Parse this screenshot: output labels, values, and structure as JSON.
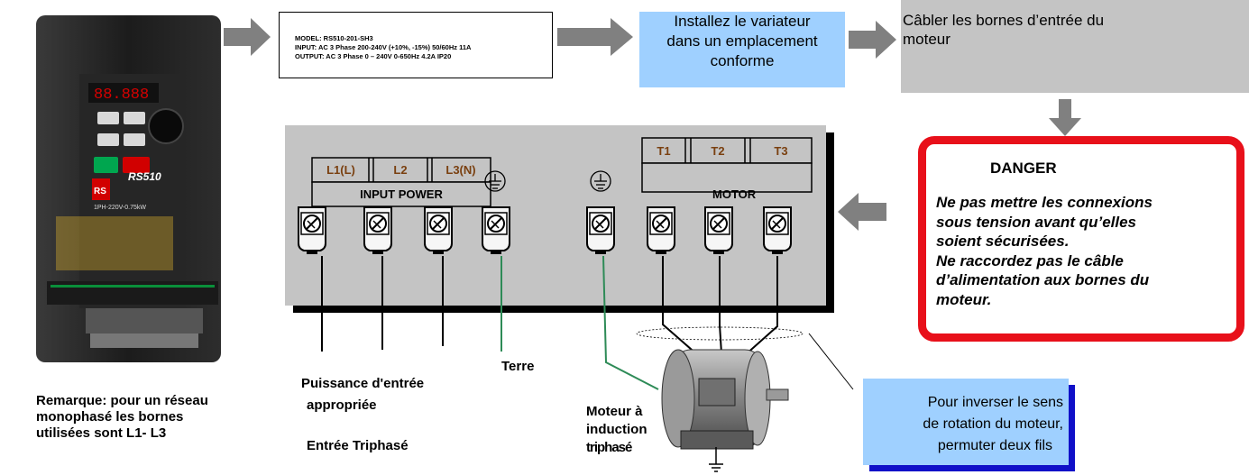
{
  "nameplate": {
    "model": "MODEL: RS510-201-SH3",
    "input": "INPUT: AC 3 Phase 200-240V (+10%, -15%) 50/60Hz 11A",
    "output": "OUTPUT: AC 3 Phase 0 – 240V 0-650Hz 4.2A   IP20"
  },
  "steps": {
    "install_line1": "Installez le variateur",
    "install_line2": "dans un emplacement",
    "install_line3": "conforme",
    "wiring_line1": "Câbler les bornes d’entrée du",
    "wiring_line2": "moteur"
  },
  "danger": {
    "title": "DANGER",
    "line1": "Ne pas mettre les connexions",
    "line2": "sous tension avant qu’elles",
    "line3": "soient sécurisées.",
    "line4": "Ne raccordez pas le câble",
    "line5": "d’alimentation aux bornes du",
    "line6": "moteur."
  },
  "terminal_block": {
    "input_terminals": [
      "L1(L)",
      "L2",
      "L3(N)"
    ],
    "input_label": "INPUT POWER",
    "motor_terminals": [
      "T1",
      "T2",
      "T3"
    ],
    "motor_label": "MOTOR"
  },
  "labels": {
    "terre": "Terre",
    "power_line1": "Puissance d'entrée",
    "power_line2": "appropriée",
    "three_phase": "Entrée Triphasé",
    "motor_line1": "Moteur à",
    "motor_line2": "induction",
    "motor_line3": "triphasé",
    "remark_line1": "Remarque: pour un réseau",
    "remark_line2": "monophasé les bornes",
    "remark_line3": "utilisées sont L1- L3"
  },
  "reverse_note": {
    "line1": "Pour inverser le sens",
    "line2": "de rotation du moteur,",
    "line3": "permuter deux fils"
  },
  "drive": {
    "brand": "RS510",
    "rating": "1PH-220V-0.75kW",
    "display": "88.888",
    "logo": "RS"
  },
  "colors": {
    "accent_blue": "#9fd0ff",
    "danger_red": "#e8101a",
    "panel_gray": "#c4c4c4",
    "terminal_brown": "#7a4010",
    "ground_green": "#2e8b57"
  }
}
